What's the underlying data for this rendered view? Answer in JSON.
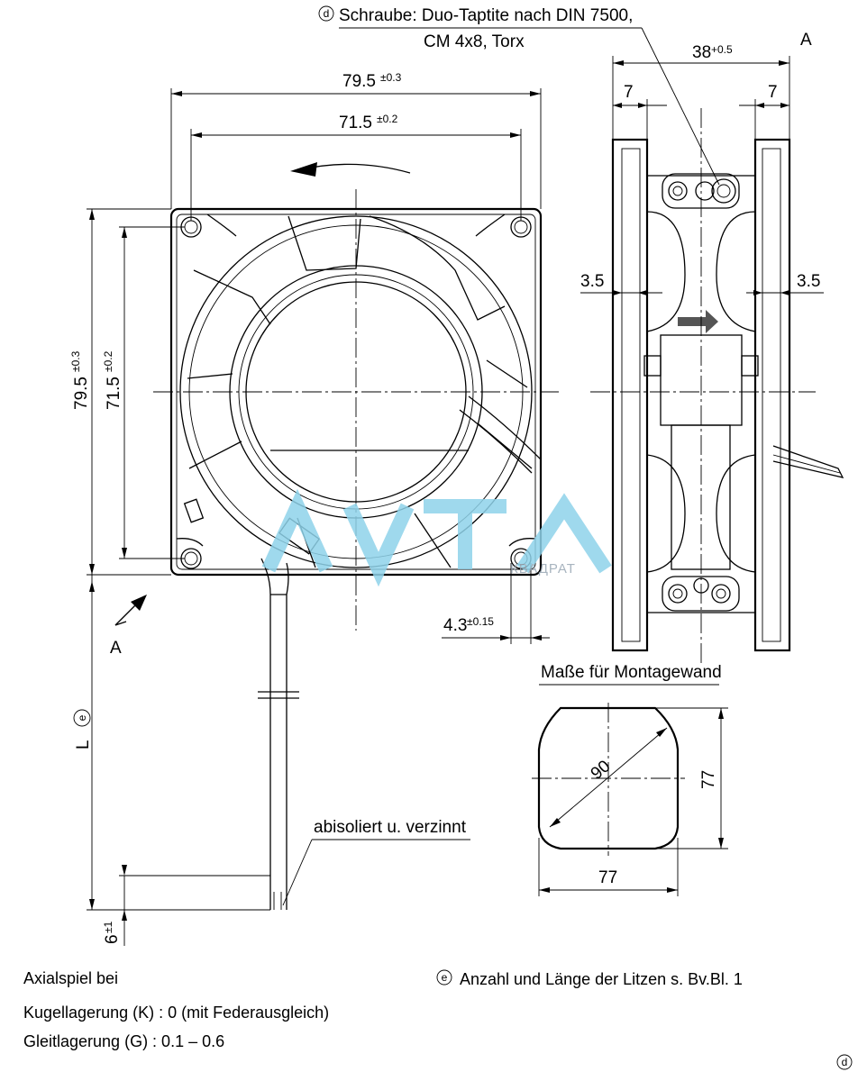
{
  "header": {
    "screw_note_marker": "ⓓ",
    "screw_note_line1": "Schraube: Duo-Taptite nach DIN 7500,",
    "screw_note_line2": "CM 4x8, Torx",
    "view_label": "A"
  },
  "front_view": {
    "dim_outer_width": "79.5",
    "dim_outer_width_tol": "±0.3",
    "dim_hole_width": "71.5",
    "dim_hole_width_tol": "±0.2",
    "dim_outer_height": "79.5",
    "dim_outer_height_tol": "±0.3",
    "dim_hole_height": "71.5",
    "dim_hole_height_tol": "±0.2",
    "dim_hole_dia": "4.3",
    "dim_hole_dia_tol": "±0.15",
    "view_arrow_label": "A",
    "lead_length_label": "L",
    "lead_length_marker": "ⓔ",
    "strip_label": "abisoliert u. verzinnt",
    "strip_length": "6",
    "strip_length_tol": "±1"
  },
  "side_view": {
    "dim_depth": "38",
    "dim_depth_tol": "+0.5",
    "dim_flange_left": "7",
    "dim_flange_right": "7",
    "dim_inset_left": "3.5",
    "dim_inset_right": "3.5"
  },
  "cutout": {
    "title": "Maße für Montagewand",
    "diameter": "90",
    "height": "77",
    "width": "77"
  },
  "notes": {
    "axial_title": "Axialspiel bei",
    "ball_bearing": "Kugellagerung (K) :   0 (mit Federausgleich)",
    "sleeve_bearing": "Gleitlagerung   (G) :   0.1  –  0.6",
    "lead_note_marker": "ⓔ",
    "lead_note": "Anzahl und Länge der Litzen s. Bv.Bl. 1",
    "footer_marker": "ⓓ"
  },
  "watermark": {
    "logo_text": "AVTA",
    "subtitle": "КВАДРАТ"
  }
}
